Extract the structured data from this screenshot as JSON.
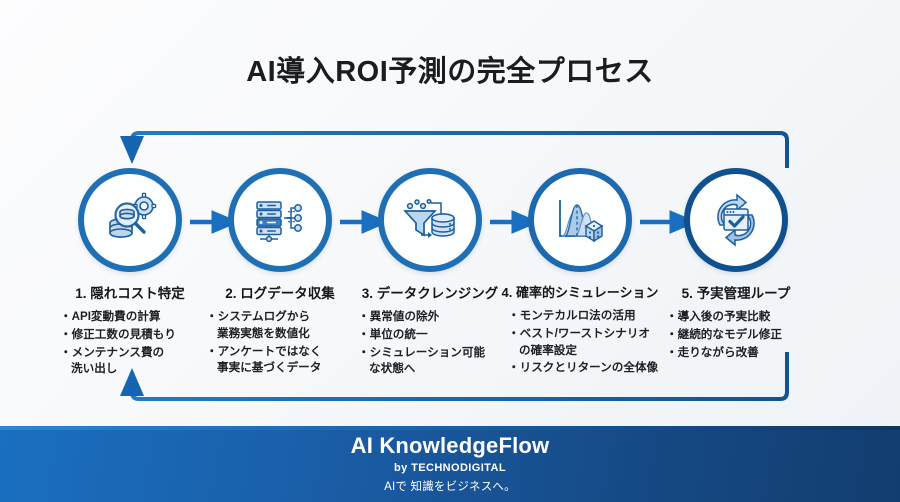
{
  "title": "AI導入ROI予測の完全プロセス",
  "colors": {
    "ring_light": "#1f6fb5",
    "ring_dark": "#10508f",
    "arrow": "#1a6fc0",
    "loop": "#1565b0",
    "icon_fill": "#bcd6ee",
    "icon_stroke": "#1d5f9e",
    "title_text": "#1b1c20",
    "footer_left": "#1a6fc0",
    "footer_right": "#123d70"
  },
  "steps": [
    {
      "number": "1.",
      "title": "1. 隠れコスト特定",
      "icon": "magnifier-coins-gear-icon",
      "ring": "#1f6fb5",
      "bullets": [
        "API変動費の計算",
        "修正工数の見積もり",
        "メンテナンス費の\n洗い出し"
      ]
    },
    {
      "number": "2.",
      "title": "2. ログデータ収集",
      "icon": "server-network-icon",
      "ring": "#1f6fb5",
      "bullets": [
        "システムログから\n業務実態を数値化",
        "アンケートではなく\n事実に基づくデータ"
      ]
    },
    {
      "number": "3.",
      "title": "3. データクレンジング",
      "icon": "funnel-database-icon",
      "ring": "#1f6fb5",
      "bullets": [
        "異常値の除外",
        "単位の統一",
        "シミュレーション可能\nな状態へ"
      ]
    },
    {
      "number": "4.",
      "title": "4. 確率的シミュレーション",
      "icon": "distribution-dice-icon",
      "ring": "#1d69b0",
      "bullets": [
        "モンテカルロ法の活用",
        "ベスト/ワーストシナリオ\nの確率設定",
        "リスクとリターンの全体像"
      ]
    },
    {
      "number": "5.",
      "title": "5. 予実管理ループ",
      "icon": "refresh-cycle-check-icon",
      "ring": "#10508f",
      "bullets": [
        "導入後の予実比較",
        "継続的なモデル修正",
        "走りながら改善"
      ]
    }
  ],
  "footer": {
    "brand": "AI KnowledgeFlow",
    "byline": "by TECHNODIGITAL",
    "tagline": "AIで 知識をビジネスへ。"
  }
}
